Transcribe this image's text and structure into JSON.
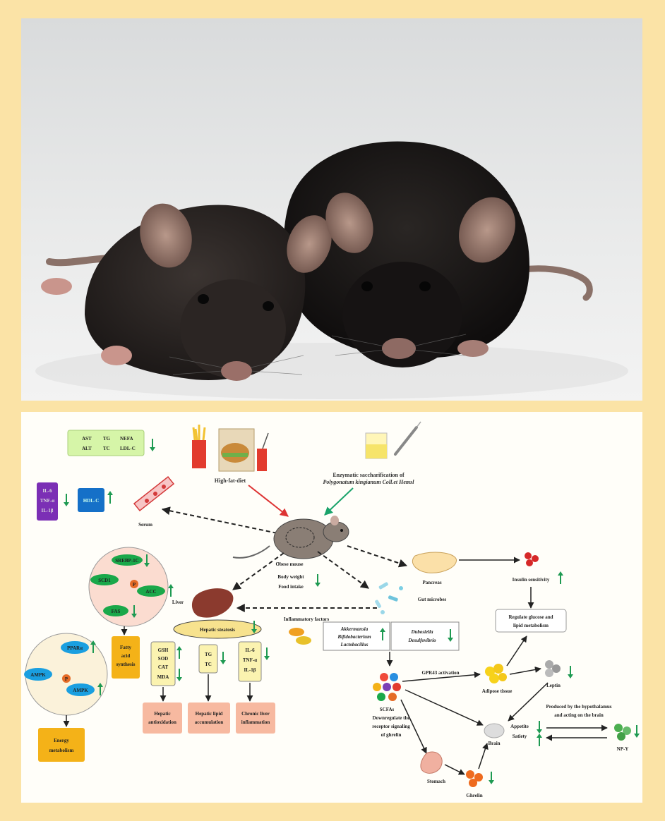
{
  "photo": {
    "description_icons": [
      "mouse-lean",
      "mouse-obese"
    ]
  },
  "diagram": {
    "diet": "High-fat-diet",
    "treatment_line1": "Enzymatic saccharification of",
    "treatment_line2": "Polygonatum kingianum Coll.et Hemsl",
    "mouse_label": "Obese mouse",
    "body_weight": "Body weight",
    "food_intake": "Food intake",
    "serum": "Serum",
    "serum_markers": [
      "AST",
      "TG",
      "NEFA",
      "ALT",
      "TC",
      "LDL-C"
    ],
    "inflam_serum": [
      "IL-6",
      "TNF-α",
      "IL-1β"
    ],
    "hdl": "HDL-C",
    "liver": "Liver",
    "liver_proteins": [
      "SREBP-1C",
      "SCD1",
      "ACC",
      "FAS"
    ],
    "p_label": "P",
    "fatty_acid_line1": "Fatty",
    "fatty_acid_line2": "acid",
    "fatty_acid_line3": "synthesis",
    "ampk_proteins": [
      "PPARα",
      "AMPK",
      "AMPK"
    ],
    "energy_line1": "Energy",
    "energy_line2": "metabolism",
    "inflammatory_factors": "Inflammatory factors",
    "hepatic_steatosis": "Hepatic steatosis",
    "antiox": [
      "GSH",
      "SOD",
      "CAT",
      "MDA"
    ],
    "lipids": [
      "TG",
      "TC"
    ],
    "cytokines": [
      "IL-6",
      "TNF-α",
      "IL-1β"
    ],
    "outcome1_line1": "Hepatic",
    "outcome1_line2": "antioxidation",
    "outcome2_line1": "Hepatic lipid",
    "outcome2_line2": "accumulation",
    "outcome3_line1": "Chronic liver",
    "outcome3_line2": "inflammation",
    "gut": "Gut microbes",
    "bacteria_up": [
      "Akkermansia",
      "Bifidobacterium",
      "Lactobacillus"
    ],
    "bacteria_down": [
      "Dubosiella",
      "Desulfovibrio"
    ],
    "pancreas": "Pancreas",
    "insulin": "Insulin sensitivity",
    "regulate_line1": "Regulate glucose and",
    "regulate_line2": "lipid metabolism",
    "scfas": "SCFAs",
    "gpr43": "GPR43 activation",
    "adipose": "Adipose tissue",
    "leptin": "Leptin",
    "downreg_line1": "Downregulate the",
    "downreg_line2": "receptor signaling",
    "downreg_line3": "of ghrelin",
    "stomach": "Stomach",
    "ghrelin": "Ghrelin",
    "brain": "Brain",
    "appetite": "Appetite",
    "satiety": "Satiety",
    "hypo_line1": "Produced by the hypothalamus",
    "hypo_line2": "and acting on the brain",
    "npy": "NP-Y"
  }
}
